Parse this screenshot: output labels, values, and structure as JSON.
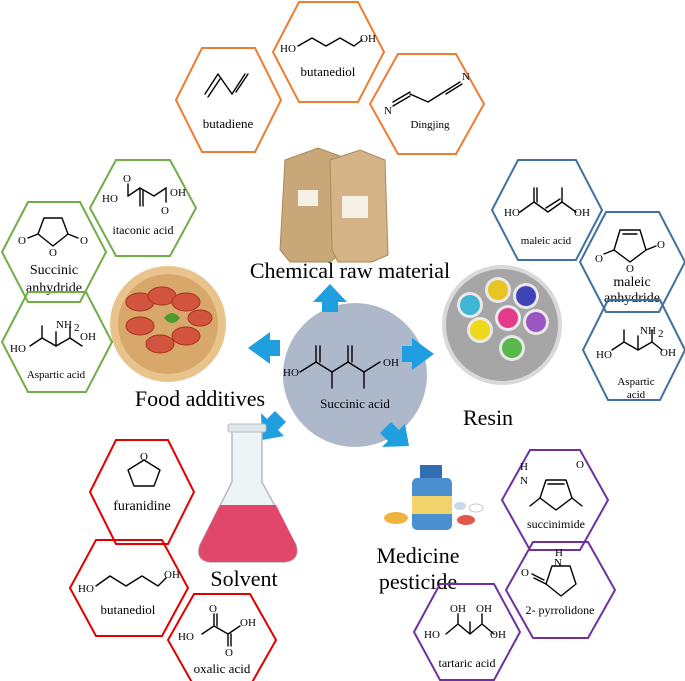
{
  "center": {
    "label": "Succinic acid",
    "color": "#adb9ca"
  },
  "arrow_color": "#1f9fe0",
  "categories": {
    "chemical_raw_material": "Chemical raw material",
    "resin": "Resin",
    "medicine_pesticide": [
      "Medicine",
      "pesticide"
    ],
    "solvent": "Solvent",
    "food_additives": "Food additives"
  },
  "group_colors": {
    "chemical_raw_material": "#ed7d31",
    "resin": "#41719c",
    "medicine_pesticide": "#7030a0",
    "solvent": "#e00000",
    "food_additives": "#70ad47"
  },
  "compounds": {
    "butadiene": "butadiene",
    "butanediol_top": "butanediol",
    "dingjing": "Dingjing",
    "maleic_acid": "maleic acid",
    "maleic_anhydride": [
      "maleic",
      "anhydride"
    ],
    "aspartic_acid_right": [
      "Aspartic",
      "acid"
    ],
    "succinimide": "succinimide",
    "pyrrolidone": "2- pyrrolidone",
    "tartaric_acid": "tartaric acid",
    "furanidine": "furanidine",
    "butanediol_bottom": "butanediol",
    "oxalic_acid": "oxalic acid",
    "itaconic_acid": "itaconic acid",
    "succinic_anhydride": [
      "Succinic",
      "anhydride"
    ],
    "aspartic_acid_left": "Aspartic acid"
  },
  "atoms": {
    "ho": "HO",
    "oh": "OH",
    "o": "O",
    "n": "N",
    "h": "H",
    "nh2": "NH",
    "nh2_sub": "2"
  }
}
